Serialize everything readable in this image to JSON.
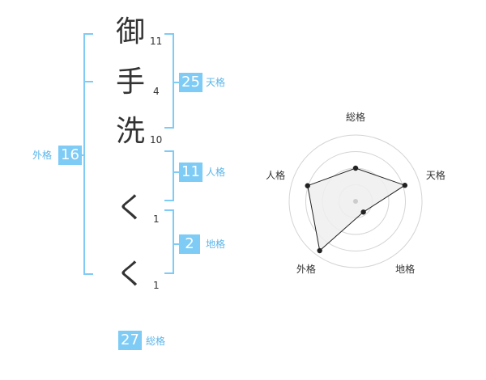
{
  "name": {
    "chars": [
      {
        "char": "御",
        "strokes": "11"
      },
      {
        "char": "手",
        "strokes": "4"
      },
      {
        "char": "洗",
        "strokes": "10"
      },
      {
        "char": "く",
        "strokes": "1"
      },
      {
        "char": "く",
        "strokes": "1"
      }
    ]
  },
  "kakusu": {
    "tenkaku": {
      "value": "25",
      "label": "天格"
    },
    "jinkaku": {
      "value": "11",
      "label": "人格"
    },
    "chikaku": {
      "value": "2",
      "label": "地格"
    },
    "gaikaku": {
      "value": "16",
      "label": "外格"
    },
    "soukaku": {
      "value": "27",
      "label": "総格"
    }
  },
  "colors": {
    "accent": "#7ecbf5",
    "accent_text": "#5bb6ea",
    "ink": "#333333"
  },
  "chart_data": {
    "type": "radar",
    "axes": [
      "総格",
      "天格",
      "地格",
      "外格",
      "人格"
    ],
    "values": [
      0.5,
      0.78,
      0.2,
      0.92,
      0.76
    ],
    "rings": 4
  }
}
